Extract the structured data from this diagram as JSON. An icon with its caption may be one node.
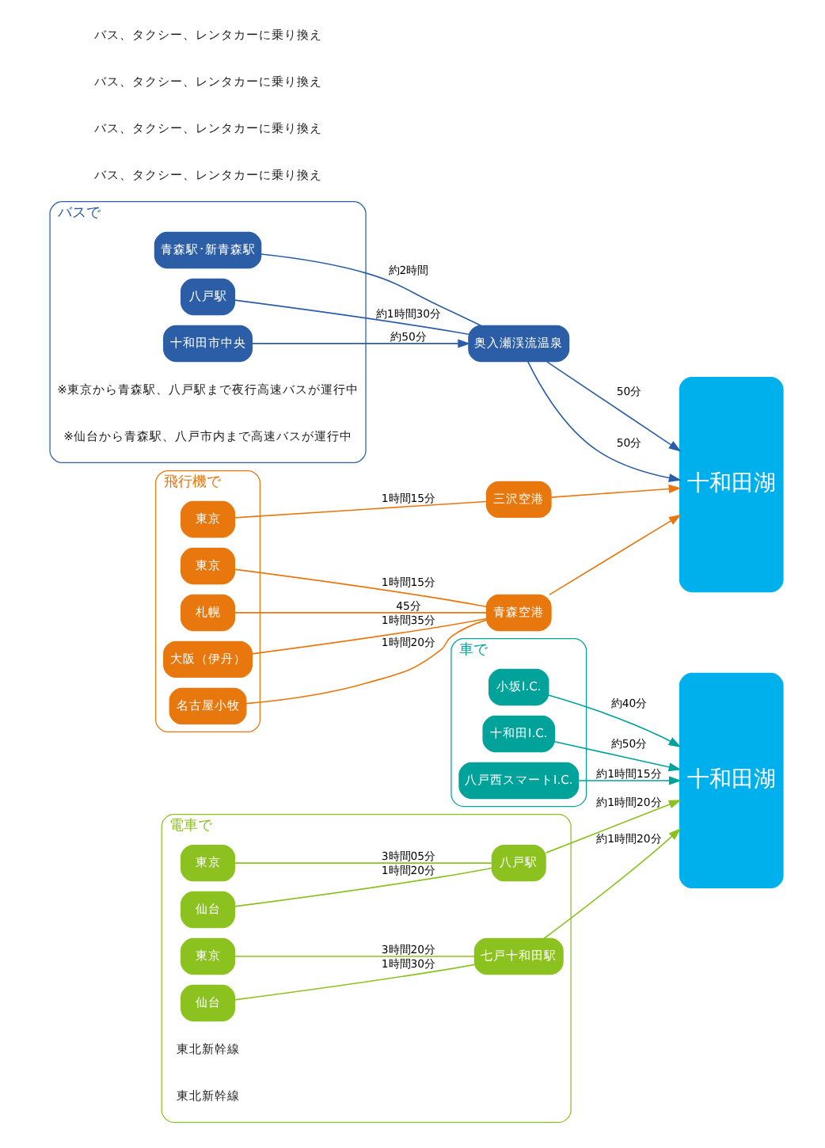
{
  "diagram": {
    "nodes": [
      {
        "text": [
          "十和田湖"
        ]
      },
      {
        "text": [
          "車で"
        ]
      },
      {
        "text": [
          "小坂I.C."
        ],
        "in": 1
      },
      {
        "text": [
          "十和田I.C."
        ],
        "in": 1
      },
      {
        "text": [
          "八戸西スマートI.C."
        ],
        "in": 1
      },
      {
        "text": [
          "電車で"
        ]
      },
      {
        "text": [
          "東京"
        ],
        "in": 5
      },
      {
        "text": [
          "仙台"
        ],
        "in": 5
      },
      {
        "text": [
          "八戸駅"
        ],
        "in": 5
      },
      {
        "text": [
          "東京"
        ],
        "in": 5
      },
      {
        "text": [
          "仙台"
        ],
        "in": 5
      },
      {
        "text": [
          "七戸十和田駅"
        ],
        "in": 5
      },
      {
        "text": [
          "バスで"
        ]
      },
      {
        "text": [
          "青森駅･新青森駅"
        ],
        "in": 12
      },
      {
        "text": [
          "八戸駅"
        ],
        "in": 12
      },
      {
        "text": [
          "十和田市中央"
        ],
        "in": 12
      },
      {
        "text": [
          "奥入瀬渓流温泉"
        ]
      },
      {
        "text": [
          "十和田湖"
        ]
      },
      {
        "text": [
          "飛行機で"
        ]
      },
      {
        "text": [
          "東京"
        ],
        "in": 18
      },
      {
        "text": [
          "東京"
        ],
        "in": 18
      },
      {
        "text": [
          "札幌"
        ],
        "in": 18
      },
      {
        "text": [
          "大阪（伊丹）"
        ],
        "in": 18
      },
      {
        "text": [
          "名古屋小牧"
        ],
        "in": 18
      },
      {
        "text": [
          "三沢空港"
        ]
      },
      {
        "text": [
          "青森空港"
        ]
      }
    ],
    "edges": [
      {
        "from": 2,
        "to": 0,
        "arrow": "to",
        "label": "約40分",
        "color": "#00a29a"
      },
      {
        "from": 3,
        "to": 0,
        "arrow": "to",
        "label": "約50分",
        "color": "#00a29a"
      },
      {
        "from": 4,
        "to": 0,
        "arrow": "to",
        "label": "約1時間15分",
        "color": "#00a29a"
      },
      {
        "from": 6,
        "to": 8,
        "arrow": "none",
        "label": "3時間05分",
        "color": "#8cc21f"
      },
      {
        "from": 7,
        "to": 8,
        "arrow": "none",
        "label": "1時間20分",
        "color": "#8cc21f"
      },
      {
        "from": 8,
        "to": 0,
        "arrow": "to",
        "label": "約1時間20分",
        "color": "#8cc21f"
      },
      {
        "from": 9,
        "to": 11,
        "arrow": "none",
        "label": "3時間20分",
        "color": "#8cc21f"
      },
      {
        "from": 10,
        "to": 11,
        "arrow": "none",
        "label": "1時間30分",
        "color": "#8cc21f"
      },
      {
        "from": 11,
        "to": 0,
        "arrow": "to",
        "label": "約1時間20分",
        "color": "#8cc21f"
      },
      {
        "from": 13,
        "to": 16,
        "arrow": "none",
        "label": "約2時間",
        "color": "#2b5ea7"
      },
      {
        "from": 16,
        "to": 17,
        "arrow": "to",
        "label": "50分",
        "color": "#2b5ea7"
      },
      {
        "from": 14,
        "to": 16,
        "arrow": "none",
        "label": "約1時間30分",
        "color": "#2b5ea7"
      },
      {
        "from": 16,
        "to": 17,
        "arrow": "to",
        "label": "50分",
        "color": "#2b5ea7"
      },
      {
        "from": 15,
        "to": 16,
        "arrow": "to",
        "label": "約50分",
        "color": "#2b5ea7"
      },
      {
        "from": 19,
        "to": 24,
        "arrow": "none",
        "label": "1時間15分"
      },
      {
        "from": 24,
        "to": 17,
        "arrow": "to"
      },
      {
        "from": 20,
        "to": 25,
        "arrow": "none",
        "label": "1時間15分"
      },
      {
        "from": 21,
        "to": 25,
        "arrow": "none",
        "label": "45分"
      },
      {
        "from": 22,
        "to": 25,
        "arrow": "none",
        "label": "1時間35分"
      },
      {
        "from": 23,
        "to": 25,
        "arrow": "none",
        "label": "1時間20分"
      },
      {
        "from": 25,
        "to": 17,
        "arrow": "to"
      }
    ],
    "labels": [
      "東北新幹線",
      "バス、タクシー、レンタカーに乗り換え",
      "東北新幹線",
      "バス、タクシー、レンタカーに乗り換え",
      "※東京から青森駅、八戸駅まで夜行高速バスが運行中",
      "※仙台から青森駅、八戸市内まで高速バスが運行中",
      "バス、タクシー、レンタカーに乗り換え",
      "バス、タクシー、レンタカーに乗り換え"
    ]
  }
}
